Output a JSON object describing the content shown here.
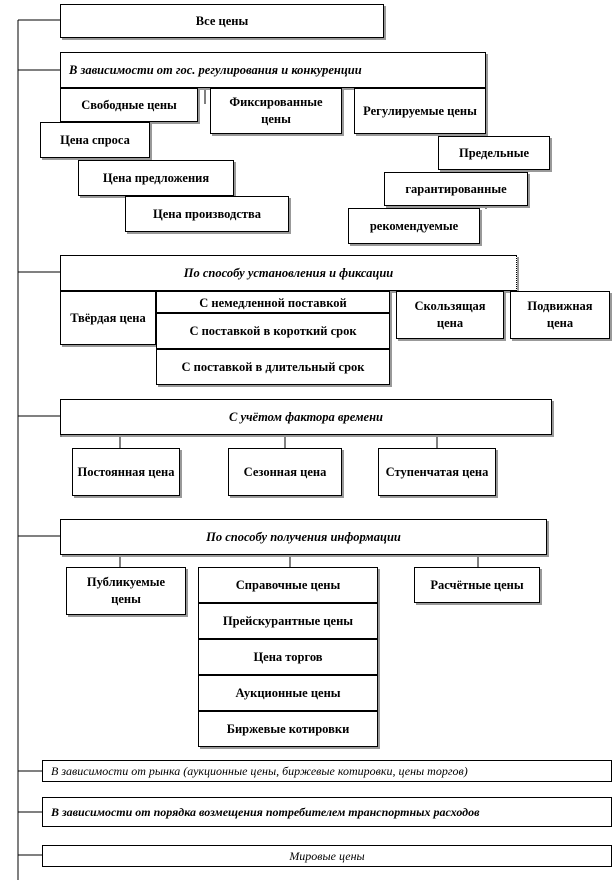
{
  "diagram": {
    "root": "Все цены",
    "sections": [
      {
        "title": "В зависимости от гос. регулирования и конкуренции",
        "items": [
          "Свободные цены",
          "Фиксированные цены",
          "Регулируемые цены",
          "Цена спроса",
          "Цена предложения",
          "Цена производства",
          "Предельные",
          "гарантированные",
          "рекомендуемые"
        ]
      },
      {
        "title": "По способу установления и фиксации",
        "items": [
          "Твёрдая цена",
          "С немедленной поставкой",
          "С поставкой в короткий срок",
          "С поставкой в длительный срок",
          "Скользящая цена",
          "Подвижная цена"
        ]
      },
      {
        "title": "С учётом фактора времени",
        "items": [
          "Постоянная цена",
          "Сезонная цена",
          "Ступенчатая цена"
        ]
      },
      {
        "title": "По способу получения информации",
        "items": [
          "Публикуемые цены",
          "Справочные цены",
          "Прейскурантные цены",
          "Цена торгов",
          "Аукционные цены",
          "Биржевые котировки",
          "Расчётные цены"
        ]
      }
    ],
    "bottom": [
      "В зависимости от рынка (аукционные цены, биржевые котировки, цены торгов)",
      "В зависимости от порядка возмещения потребителем транспортных расходов",
      "Мировые цены"
    ]
  }
}
